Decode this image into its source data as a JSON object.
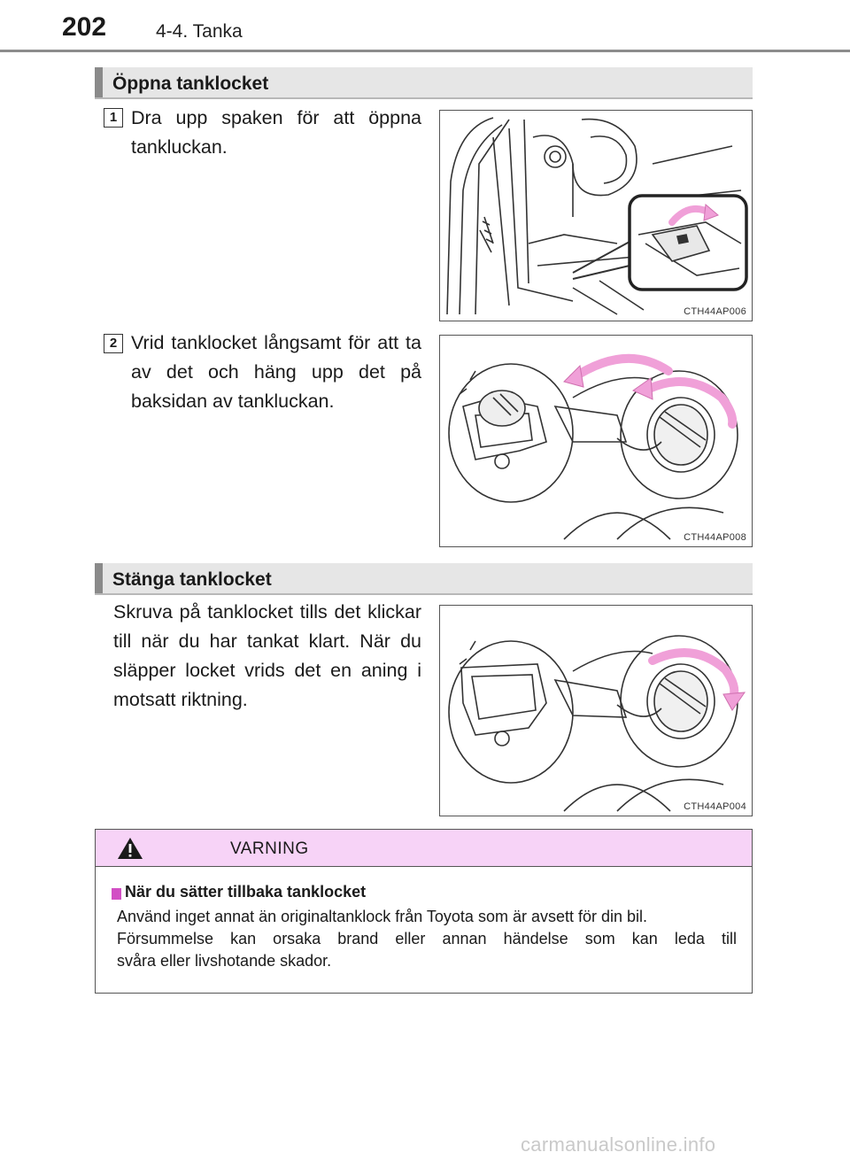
{
  "header": {
    "page_number": "202",
    "section": "4-4. Tanka"
  },
  "section_open": {
    "title": "Öppna tanklocket",
    "steps": [
      {
        "number": "1",
        "text": "Dra upp spaken för att öppna tankluckan.",
        "figure_code": "CTH44AP006"
      },
      {
        "number": "2",
        "text": "Vrid tanklocket långsamt för att ta av det och häng upp det på baksidan av tankluckan.",
        "figure_code": "CTH44AP008"
      }
    ]
  },
  "section_close": {
    "title": "Stänga tanklocket",
    "text": "Skruva på tanklocket tills det klickar till när du har tankat klart. När du släpper locket vrids det en aning i motsatt riktning.",
    "figure_code": "CTH44AP004"
  },
  "warning": {
    "label": "VARNING",
    "subtitle": "När du sätter tillbaka tanklocket",
    "lines": [
      "Använd inget annat än originaltanklock från Toyota som är avsett för din bil.",
      "Försummelse kan orsaka brand eller annan händelse som kan leda till",
      "svåra eller livshotande skador."
    ]
  },
  "watermark": "carmanualsonline.info",
  "colors": {
    "warning_header": "#f7d3f7",
    "warning_marker": "#d24fc4",
    "arrow": "#f0a0d8",
    "section_header": "#e6e6e6"
  }
}
